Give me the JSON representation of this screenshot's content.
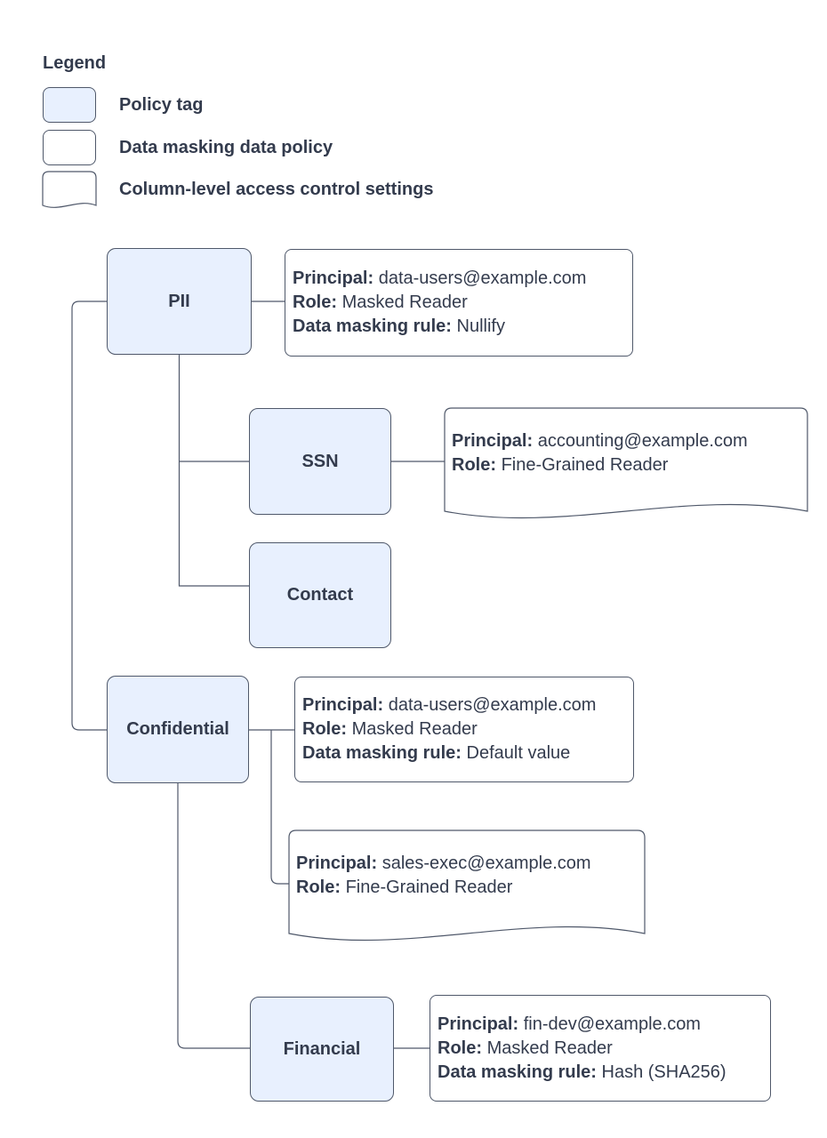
{
  "colors": {
    "policy_tag_fill": "#e8f0fe",
    "border": "#4f586a",
    "text": "#333b4d"
  },
  "legend": {
    "title": "Legend",
    "items": [
      {
        "swatch": "policy-tag-swatch",
        "label": "Policy tag"
      },
      {
        "swatch": "data-masking-policy-swatch",
        "label": "Data masking data policy"
      },
      {
        "swatch": "column-access-control-swatch",
        "label": "Column-level access control settings"
      }
    ]
  },
  "nodes": {
    "pii": {
      "label": "PII"
    },
    "ssn": {
      "label": "SSN"
    },
    "contact": {
      "label": "Contact"
    },
    "confidential": {
      "label": "Confidential"
    },
    "financial": {
      "label": "Financial"
    }
  },
  "policies": {
    "pii_masking": {
      "lines": [
        {
          "label": "Principal:",
          "value": "data-users@example.com"
        },
        {
          "label": "Role:",
          "value": "Masked Reader"
        },
        {
          "label": "Data masking rule:",
          "value": "Nullify"
        }
      ]
    },
    "ssn_access": {
      "lines": [
        {
          "label": "Principal:",
          "value": "accounting@example.com"
        },
        {
          "label": "Role:",
          "value": "Fine-Grained Reader"
        }
      ]
    },
    "confidential_masking": {
      "lines": [
        {
          "label": "Principal:",
          "value": "data-users@example.com"
        },
        {
          "label": "Role:",
          "value": "Masked Reader"
        },
        {
          "label": "Data masking rule:",
          "value": "Default value"
        }
      ]
    },
    "confidential_access": {
      "lines": [
        {
          "label": "Principal:",
          "value": "sales-exec@example.com"
        },
        {
          "label": "Role:",
          "value": "Fine-Grained Reader"
        }
      ]
    },
    "financial_masking": {
      "lines": [
        {
          "label": "Principal:",
          "value": "fin-dev@example.com"
        },
        {
          "label": "Role:",
          "value": "Masked Reader"
        },
        {
          "label": "Data masking rule:",
          "value": "Hash (SHA256)"
        }
      ]
    }
  }
}
